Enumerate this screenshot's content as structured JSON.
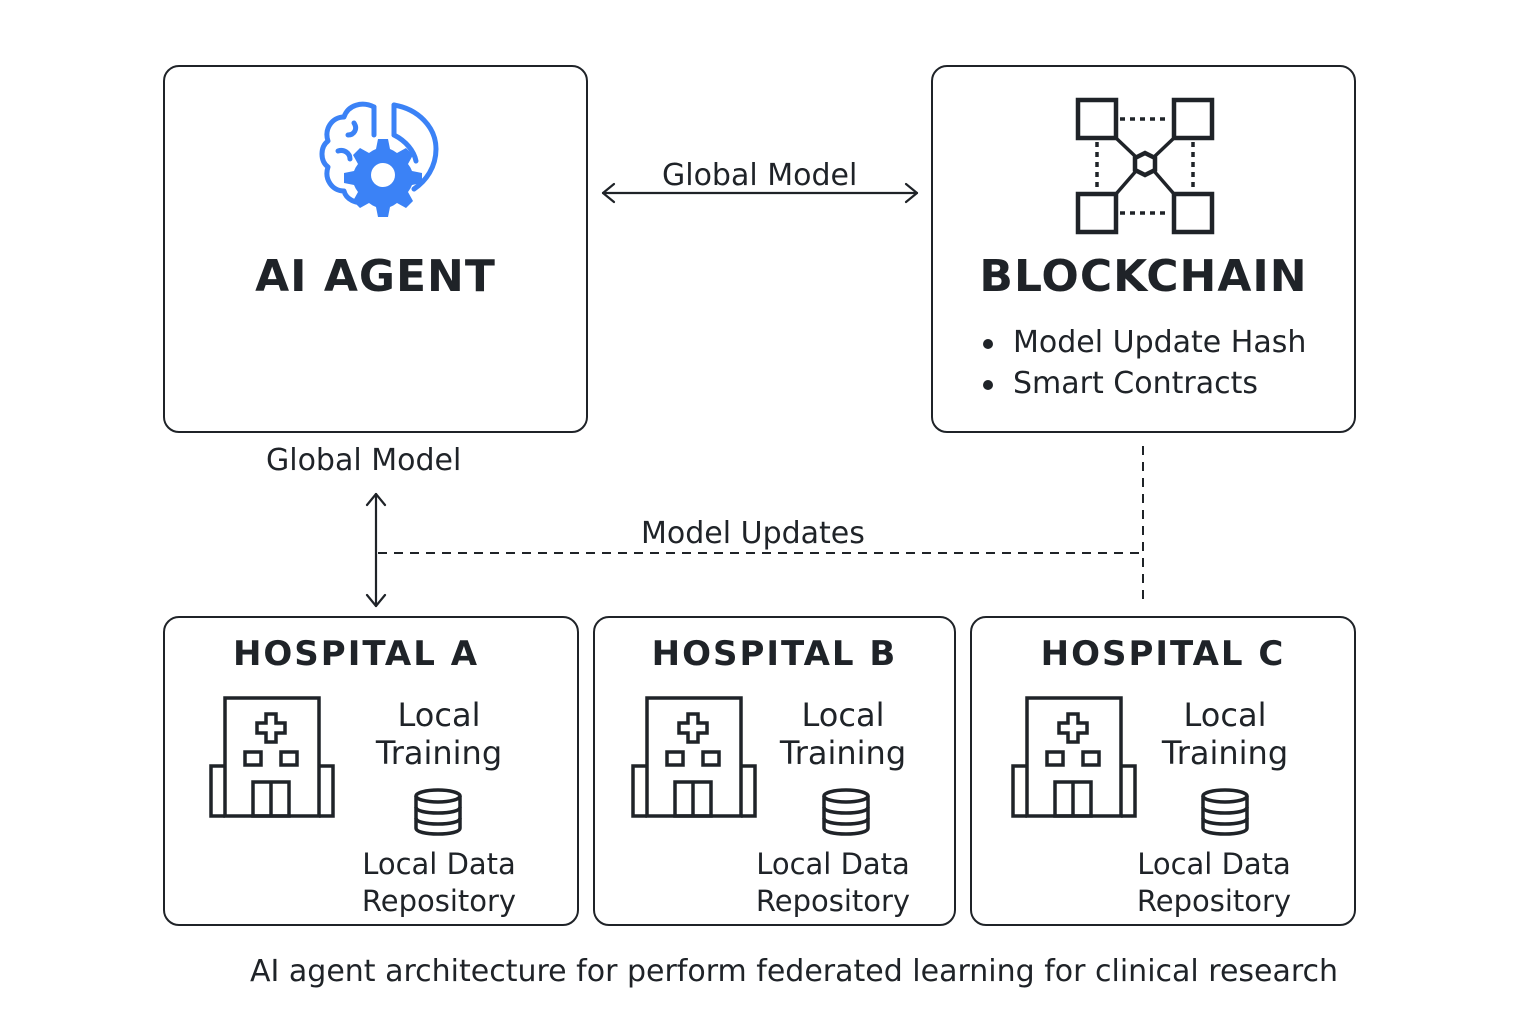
{
  "ai_agent": {
    "title": "AI AGENT"
  },
  "blockchain": {
    "title": "BLOCKCHAIN",
    "items": [
      "Model Update Hash",
      "Smart Contracts"
    ]
  },
  "connections": {
    "top_label": "Global Model",
    "left_label": "Global Model",
    "updates_label": "Model Updates"
  },
  "hospitals": [
    {
      "title": "HOSPITAL A",
      "training": "Local Training",
      "repository": "Local Data Repository"
    },
    {
      "title": "HOSPITAL B",
      "training": "Local Training",
      "repository": "Local Data Repository"
    },
    {
      "title": "HOSPITAL C",
      "training": "Local Training",
      "repository": "Local Data Repository"
    }
  ],
  "caption": "AI agent architecture for perform federated learning for clinical research",
  "colors": {
    "accent": "#3b82f6",
    "ink": "#1f2328"
  },
  "icons": [
    "brain-gear-icon",
    "blockchain-network-icon",
    "hospital-building-icon",
    "database-icon",
    "bidirectional-arrow-icon"
  ]
}
